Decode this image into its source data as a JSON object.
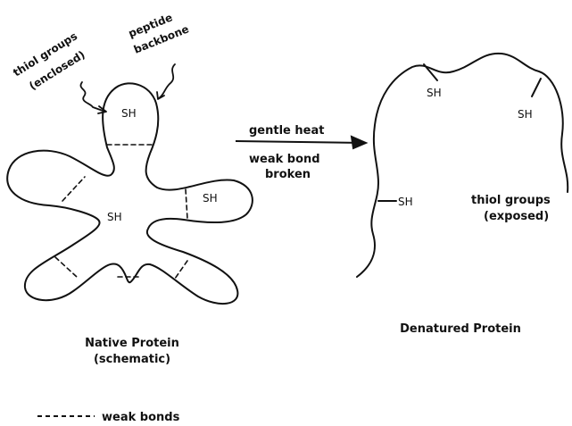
{
  "native": {
    "annotation_thiol_line1": "thiol groups",
    "annotation_thiol_line2": "(enclosed)",
    "annotation_peptide_line1": "peptide",
    "annotation_peptide_line2": "backbone",
    "sh_top": "SH",
    "sh_center": "SH",
    "sh_right": "SH",
    "caption_line1": "Native Protein",
    "caption_line2": "(schematic)"
  },
  "arrow": {
    "top_label": "gentle heat",
    "bottom_line1": "weak bond",
    "bottom_line2": "broken"
  },
  "denatured": {
    "sh_a": "SH",
    "sh_b": "SH",
    "sh_c": "SH",
    "exposed_line1": "thiol groups",
    "exposed_line2": "(exposed)",
    "caption": "Denatured Protein"
  },
  "legend": {
    "label": "weak bonds"
  },
  "colors": {
    "ink": "#111111",
    "background": "#ffffff"
  }
}
